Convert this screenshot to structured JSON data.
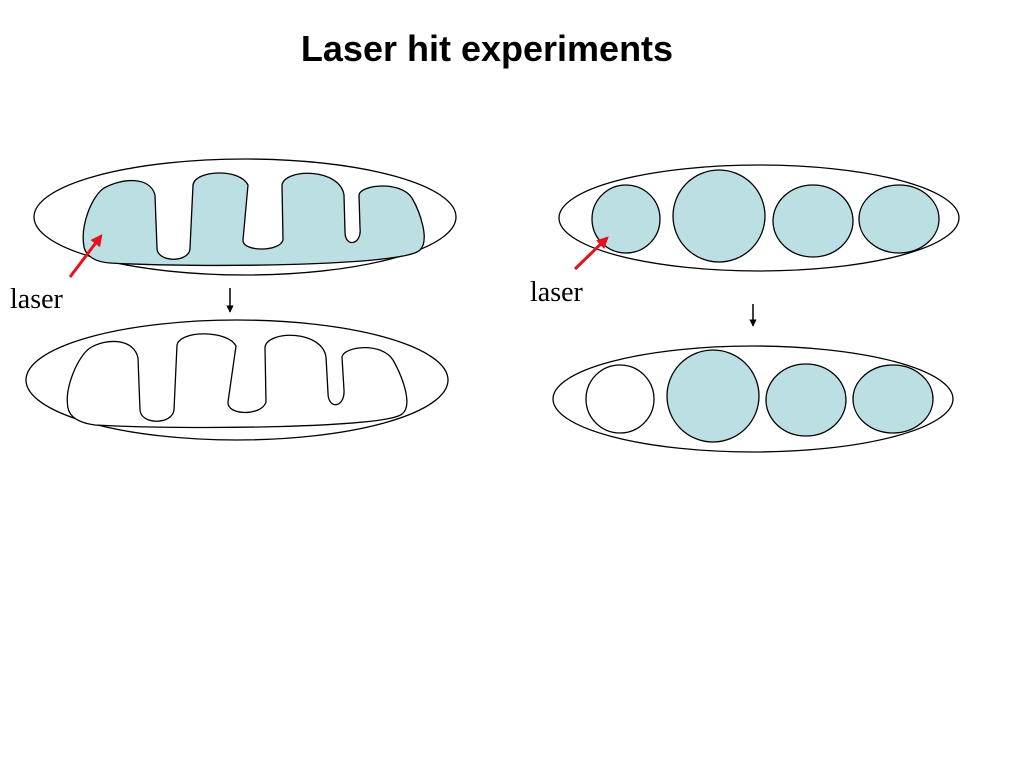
{
  "title": "Laser hit experiments",
  "left_panel": {
    "laser_label": "laser",
    "before_state": "filled",
    "after_state": "empty"
  },
  "right_panel": {
    "laser_label": "laser",
    "compartments_before": [
      "filled",
      "filled",
      "filled",
      "filled"
    ],
    "compartments_after": [
      "empty",
      "filled",
      "filled",
      "filled"
    ]
  },
  "colors": {
    "fill": "#bbdfe2",
    "outline": "#000000",
    "laser_arrow": "#e8101c",
    "background": "#ffffff"
  }
}
